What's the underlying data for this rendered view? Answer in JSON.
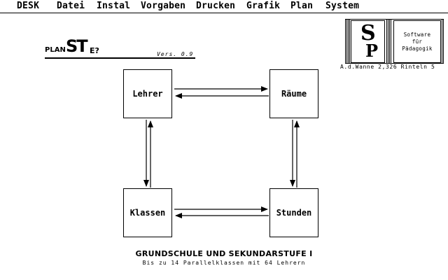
{
  "menubar": {
    "items": [
      "DESK",
      "Datei",
      "Instal",
      "Vorgaben",
      "Drucken",
      "Grafik",
      "Plan",
      "System"
    ]
  },
  "logo": {
    "part1": "PLAN",
    "part2": "ST",
    "part3": "E?",
    "version": "Vers. 0.9"
  },
  "emblem": {
    "monogram_top": "S",
    "monogram_bottom": "P",
    "line1": "Software",
    "line2": "für",
    "line3": "Pädagogik",
    "address": "A.d.Wanne 2,326 Rinteln 5"
  },
  "modules": {
    "teachers": "Lehrer",
    "rooms": "Räume",
    "classes": "Klassen",
    "lessons": "Stunden"
  },
  "footer": {
    "title": "GRUNDSCHULE UND SEKUNDARSTUFE I",
    "subtitle": "Bis zu 14 Parallelklassen mit 64 Lehrern"
  }
}
